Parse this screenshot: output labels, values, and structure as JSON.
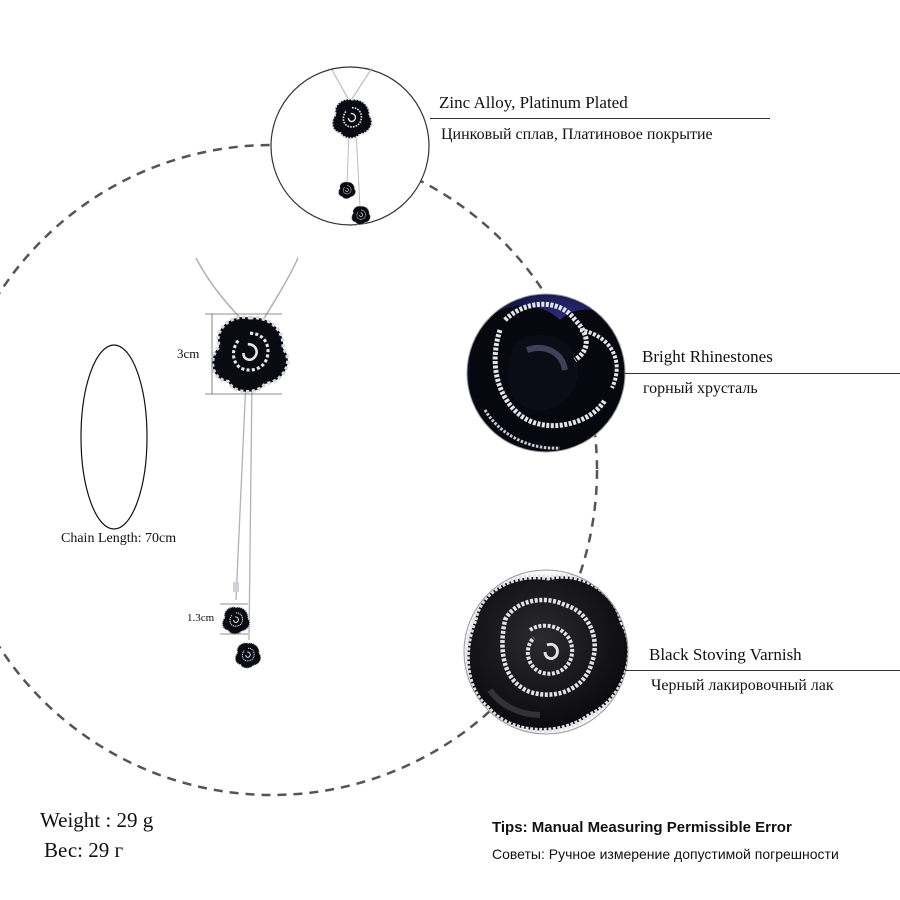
{
  "features": {
    "material": {
      "title": "Zinc Alloy, Platinum Plated",
      "subtitle": "Цинковый сплав, Платиновое покрытие"
    },
    "rhinestones": {
      "title": "Bright Rhinestones",
      "subtitle": "горный хрусталь"
    },
    "varnish": {
      "title": "Black Stoving Varnish",
      "subtitle": "Черный лакировочный лак"
    }
  },
  "dimensions": {
    "pendant_size": "3cm",
    "small_pendant_size": "1.3cm",
    "chain_length": "Chain Length: 70cm"
  },
  "weight": {
    "en": "Weight : 29 g",
    "ru": "Вес: 29 г"
  },
  "tips": {
    "en": "Tips: Manual Measuring Permissible Error",
    "ru": "Советы: Ручное измерение допустимой погрешности"
  },
  "colors": {
    "enamel": "#0a0a12",
    "metal": "#c9ccd2",
    "dash": "#555555"
  }
}
